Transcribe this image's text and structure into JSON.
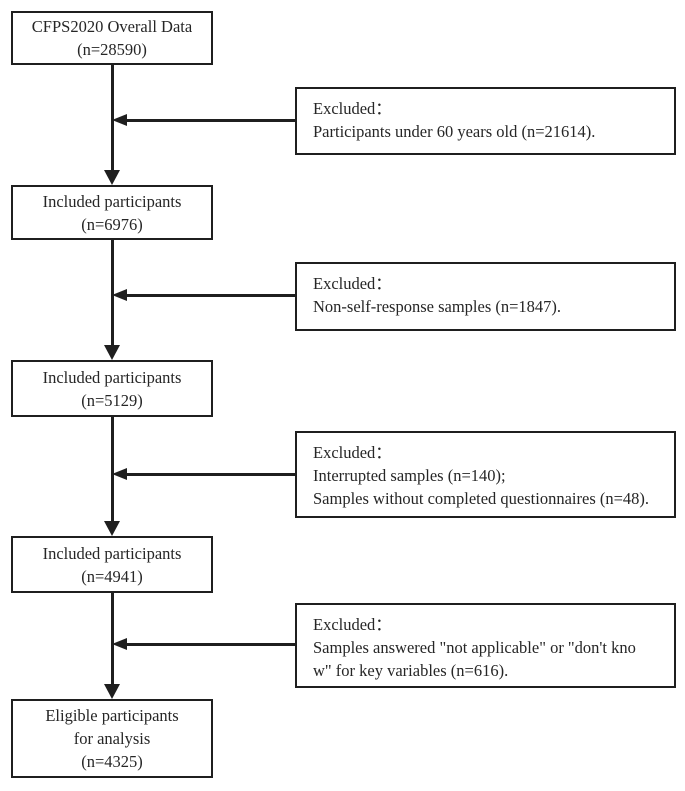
{
  "flow": {
    "main_boxes": [
      {
        "name": "overall-data",
        "lines": [
          "CFPS2020 Overall Data",
          "(n=28590)"
        ]
      },
      {
        "name": "included-1",
        "lines": [
          "Included participants",
          "(n=6976)"
        ]
      },
      {
        "name": "included-2",
        "lines": [
          "Included participants",
          "(n=5129)"
        ]
      },
      {
        "name": "included-3",
        "lines": [
          "Included participants",
          "(n=4941)"
        ]
      },
      {
        "name": "eligible-participants",
        "lines": [
          "Eligible participants",
          "for analysis",
          "(n=4325)"
        ]
      }
    ],
    "excluded_boxes": [
      {
        "name": "excluded-1",
        "lines": [
          "Excluded：",
          "Participants under 60 years old (n=21614)."
        ]
      },
      {
        "name": "excluded-2",
        "lines": [
          "Excluded：",
          "Non-self-response samples (n=1847)."
        ]
      },
      {
        "name": "excluded-3",
        "lines": [
          "Excluded：",
          "Interrupted samples (n=140);",
          "Samples without completed questionnaires (n=48)."
        ]
      },
      {
        "name": "excluded-4",
        "lines": [
          "Excluded：",
          "Samples answered \"not applicable\" or \"don't kno",
          "w\" for key variables (n=616)."
        ]
      }
    ],
    "colors": {
      "line": "#1f1f1f",
      "text": "#262626",
      "background": "#ffffff"
    }
  }
}
